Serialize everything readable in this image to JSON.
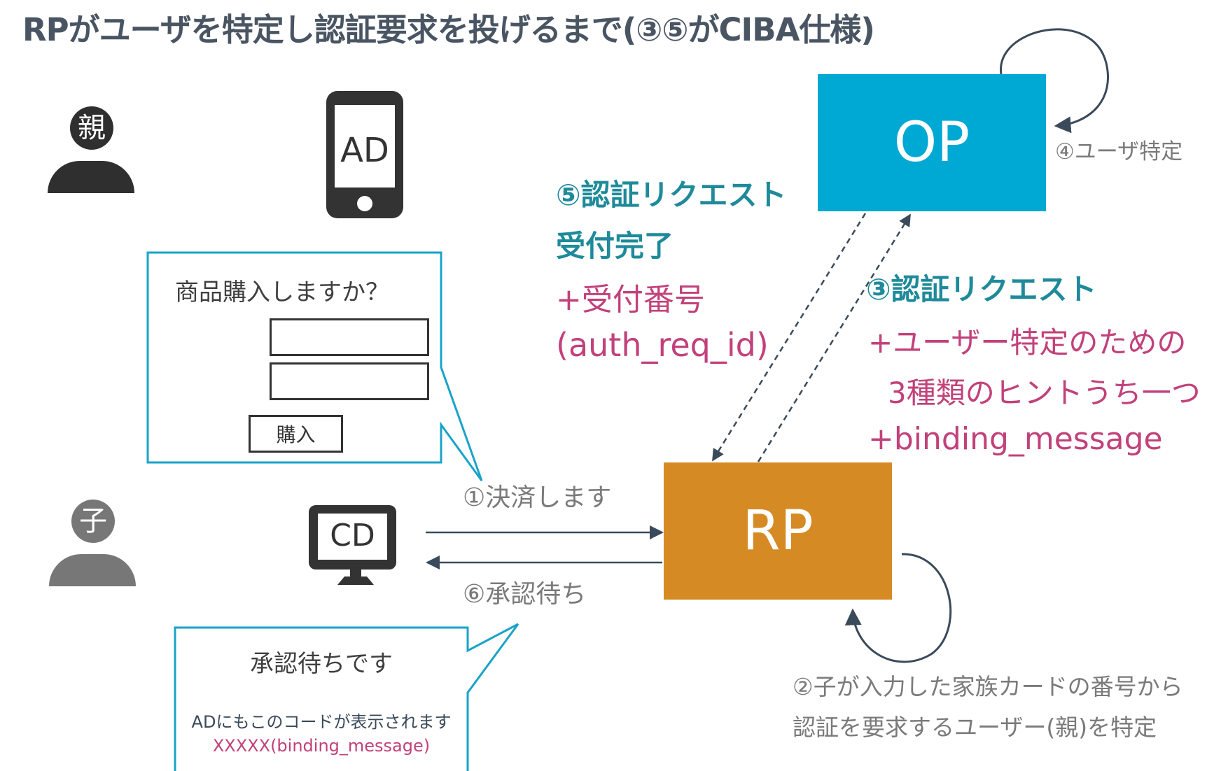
{
  "title": "RPがユーザを特定し認証要求を投げるまで(③⑤がCIBA仕様)",
  "actors": {
    "parent_label": "親",
    "child_label": "子"
  },
  "devices": {
    "ad_label": "AD",
    "cd_label": "CD"
  },
  "boxes": {
    "op": "OP",
    "rp": "RP"
  },
  "step4": "④ユーザ特定",
  "step5": {
    "line1": "⑤認証リクエスト",
    "line2": "受付完了",
    "line3": "+受付番号",
    "line4": "(auth_req_id)"
  },
  "step3": {
    "line1": "③認証リクエスト",
    "line2": "+ユーザー特定のための",
    "line3": "3種類のヒントうち一つ",
    "line4": "+binding_message"
  },
  "step1": "①決済します",
  "step6": "⑥承認待ち",
  "step2": {
    "line1": "②子が入力した家族カードの番号から",
    "line2": "認証を要求するユーザー(親)を特定"
  },
  "purchase_dialog": {
    "question": "商品購入しますか？",
    "button": "購入"
  },
  "waiting_dialog": {
    "message": "承認待ちです",
    "note": "ADにもこのコードが表示されます",
    "code": "XXXXX(binding_message)"
  },
  "colors": {
    "op": "#00a8d4",
    "rp": "#d68a24",
    "teal_text": "#1e8a9a",
    "magenta_text": "#c2417a",
    "callout_border": "#1aa3c8"
  }
}
